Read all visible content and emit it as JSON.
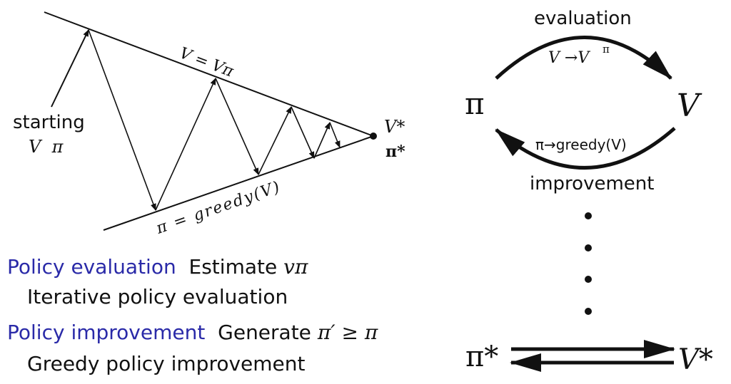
{
  "left_diagram": {
    "starting_label": "starting",
    "starting_vars": "V  π",
    "upper_line_label": "V = Vπ",
    "lower_line_label": "π = greedy(V)",
    "converge_v": "V*",
    "converge_pi": "π*"
  },
  "right_diagram": {
    "pi_label": "π",
    "v_label": "V",
    "evaluation_label": "evaluation",
    "evaluation_formula": "V →V",
    "evaluation_formula_sup": "π",
    "improvement_formula": "π→greedy(V)",
    "improvement_label": "improvement",
    "pi_star_label": "π*",
    "v_star_label": "V*"
  },
  "captions": {
    "line1_term": "Policy evaluation",
    "line1_desc": "Estimate",
    "line1_math": "vπ",
    "line2": "Iterative policy evaluation",
    "line3_term": "Policy improvement",
    "line3_desc": "Generate",
    "line3_math": "π′ ≥ π",
    "line4": "Greedy policy improvement"
  },
  "colors": {
    "accent_blue": "#2a2aa8",
    "ink": "#111111"
  }
}
